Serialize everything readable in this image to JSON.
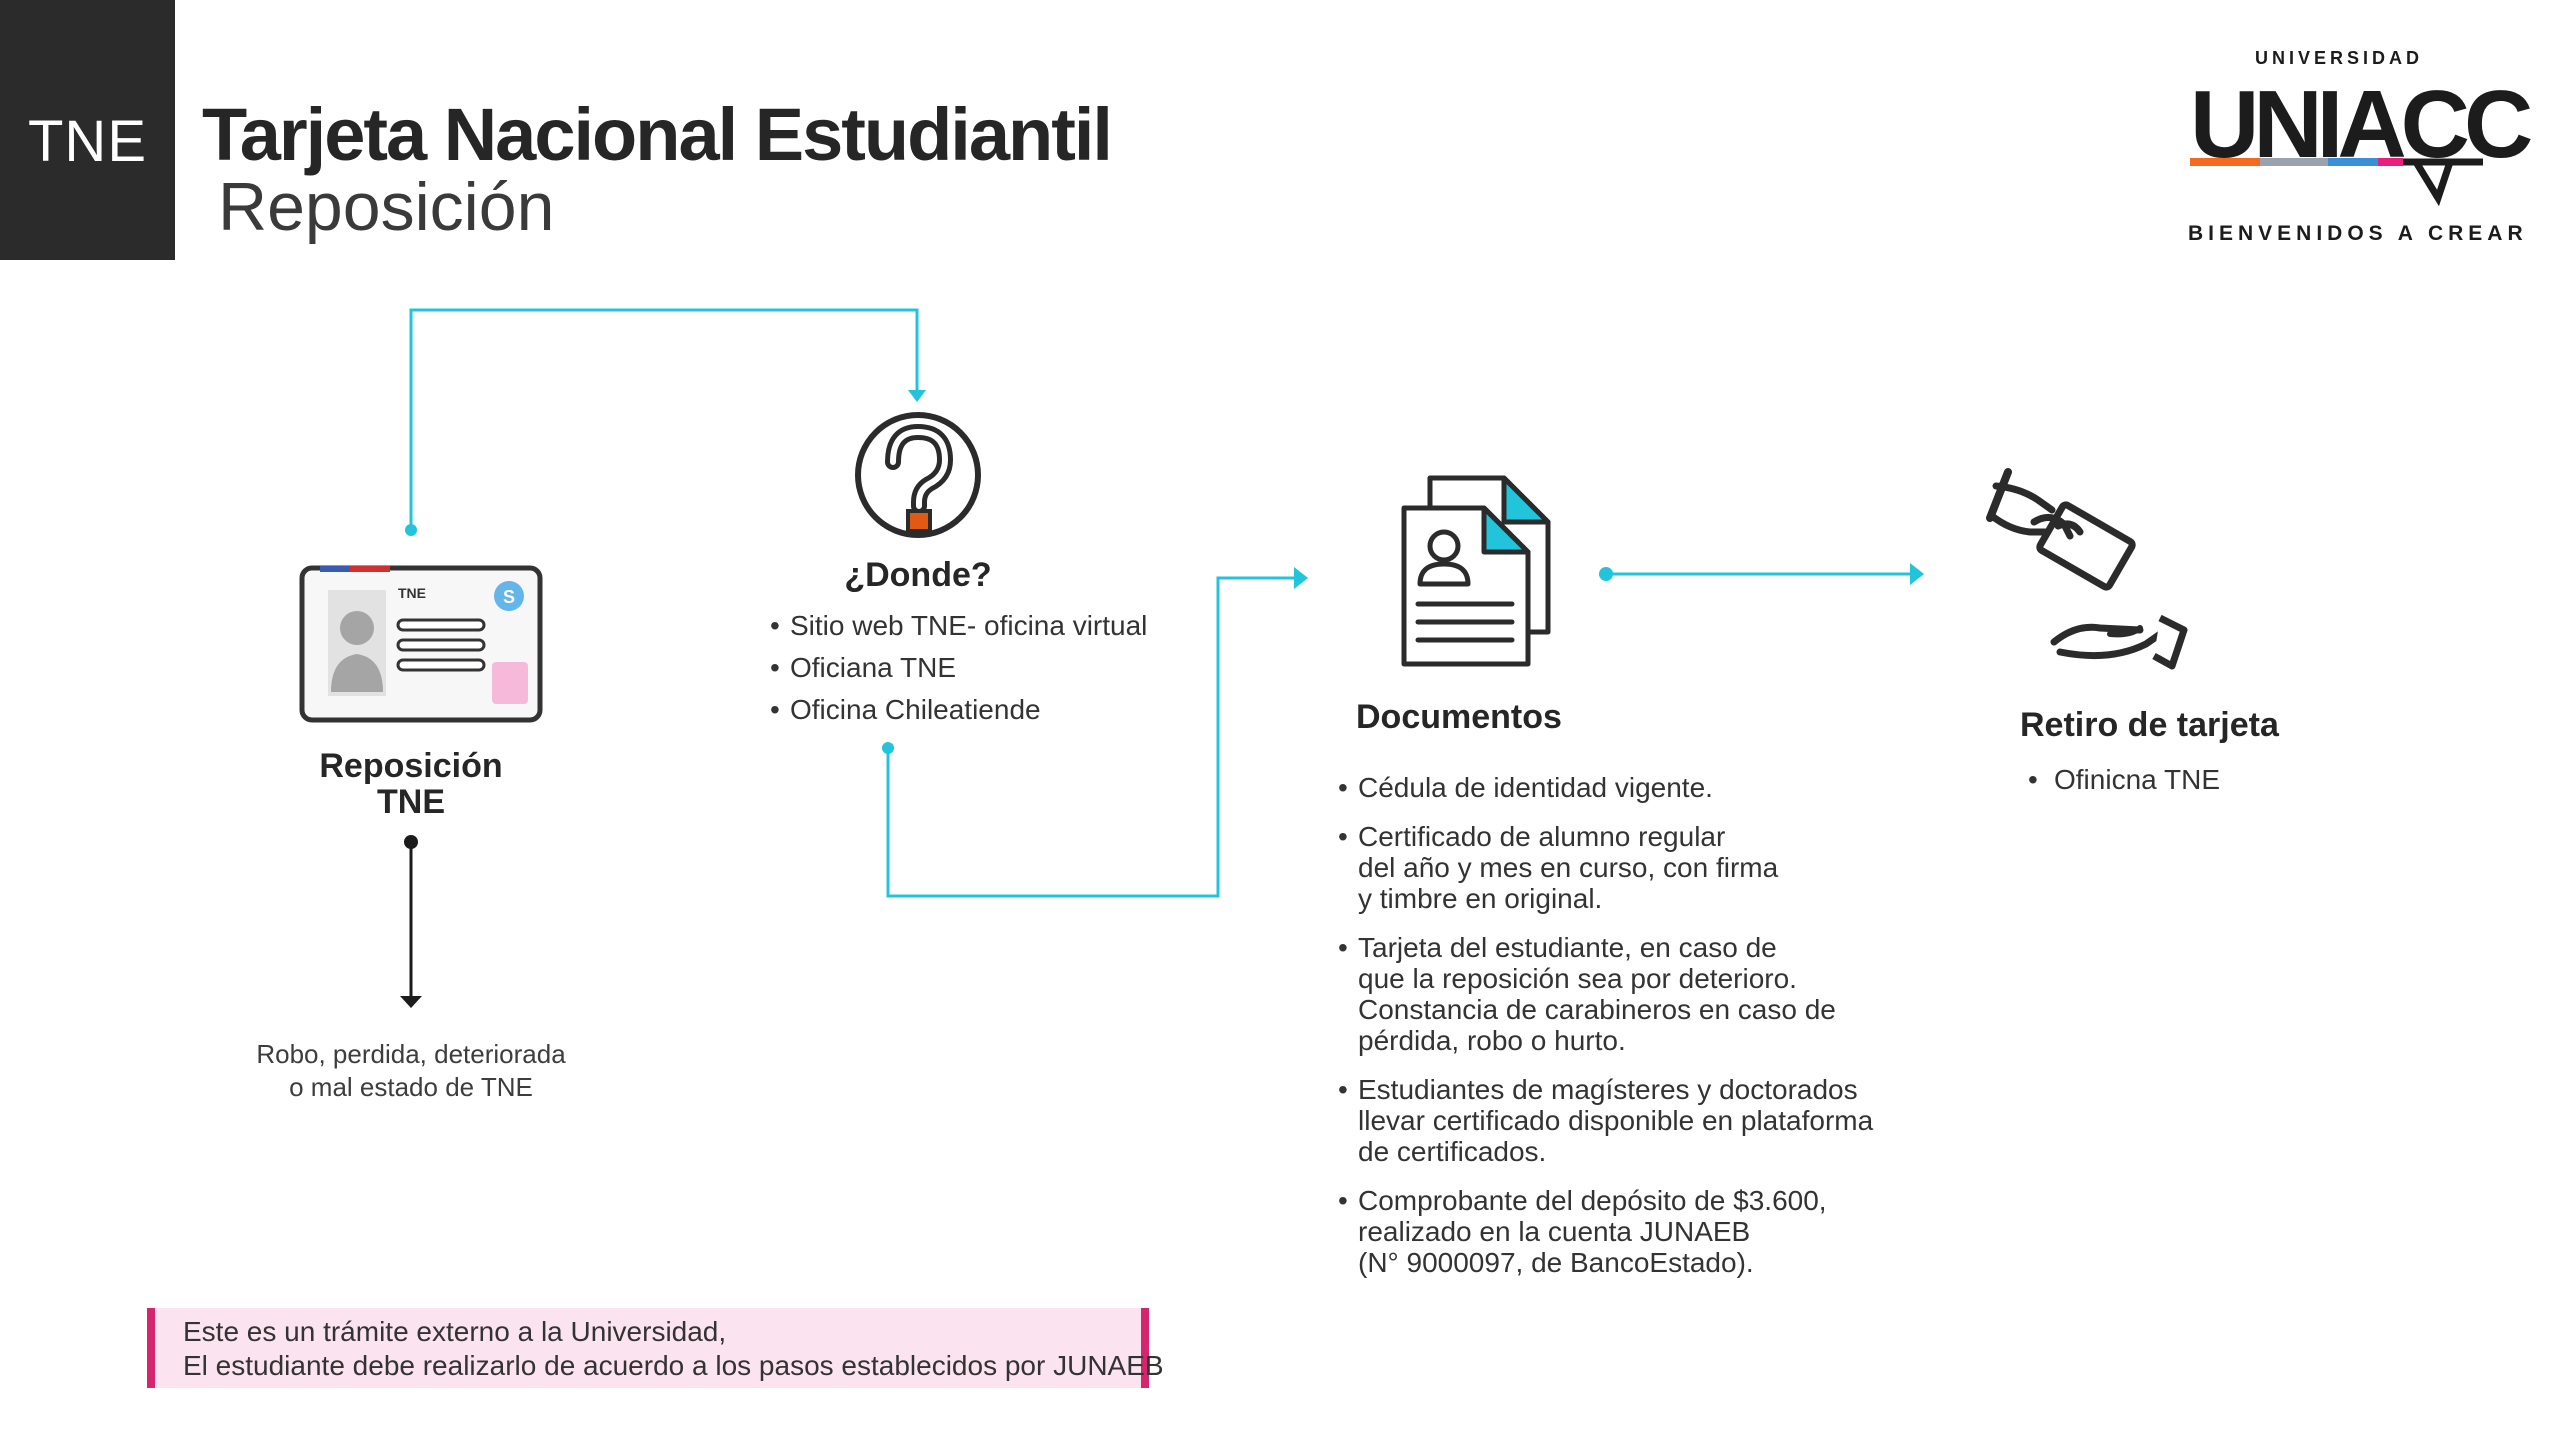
{
  "header": {
    "badge": "TNE",
    "title": "Tarjeta Nacional Estudiantil",
    "subtitle": "Reposición"
  },
  "logo": {
    "top": "UNIVERSIDAD",
    "main": "UNIACC",
    "bottom": "BIENVENIDOS A CREAR"
  },
  "reposicion": {
    "label_line1": "Reposición",
    "label_line2": "TNE",
    "card_text": "TNE",
    "card_badge": "S",
    "reason_line1": "Robo, perdida, deteriorada",
    "reason_line2": "o mal estado de TNE"
  },
  "donde": {
    "title": "¿Donde?",
    "items": [
      "Sitio web TNE- oficina virtual",
      "Oficiana TNE",
      "Oficina Chileatiende"
    ]
  },
  "documentos": {
    "title": "Documentos",
    "items": [
      "Cédula de identidad vigente.",
      "Certificado de alumno regular\ndel año y mes en curso, con firma\ny timbre en original.",
      "Tarjeta del estudiante, en caso de\nque la reposición sea por deterioro.\nConstancia de carabineros en caso de\npérdida, robo o hurto.",
      "Estudiantes de magísteres y doctorados\nllevar certificado disponible en plataforma\nde certificados.",
      "Comprobante del depósito de $3.600,\nrealizado en la cuenta JUNAEB\n(N° 9000097, de BancoEstado)."
    ]
  },
  "retiro": {
    "title": "Retiro de tarjeta",
    "items": [
      "Ofinicna TNE"
    ]
  },
  "note": {
    "line1": "Este es un trámite externo a la Universidad,",
    "line2": "El estudiante debe realizarlo de acuerdo a los pasos establecidos por JUNAEB"
  },
  "colors": {
    "accent_cyan": "#21c4da",
    "dark": "#262626",
    "note_bg": "#fbe3ef",
    "note_border": "#d6246e",
    "logo_orange": "#f26b21",
    "logo_blue": "#3a8fd6",
    "logo_pink": "#e8207a",
    "logo_gray": "#9aa3ad"
  }
}
